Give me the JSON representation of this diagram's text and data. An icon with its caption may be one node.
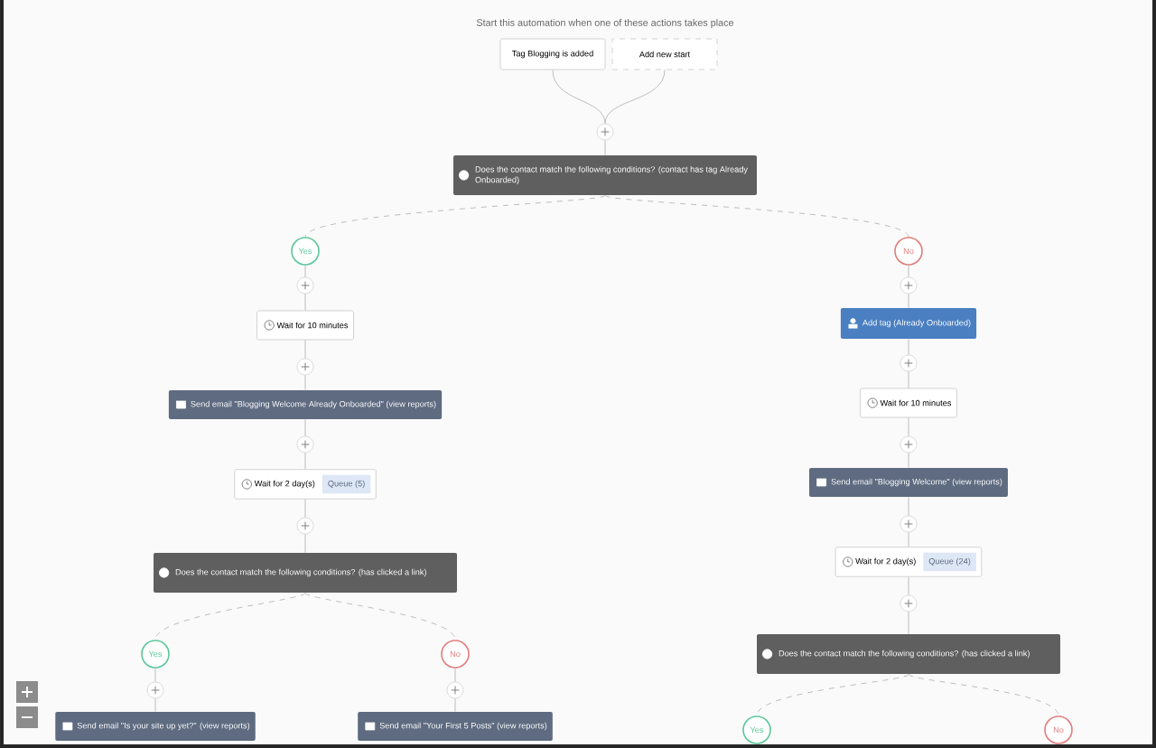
{
  "diagram": {
    "title": "Start this automation when one of these actions takes place",
    "nodes": [
      {
        "text": [
          "Tag Blogging is added"
        ]
      },
      {
        "text": [
          "Add new start"
        ]
      },
      {
        "text": [],
        "shape": "circle"
      },
      {
        "text": [
          "Does the contact match the following conditions? (contact has tag Already Onboarded)"
        ]
      },
      {
        "text": [
          "Yes"
        ]
      },
      {
        "text": [
          "No"
        ]
      },
      {
        "text": [],
        "shape": "circle"
      },
      {
        "text": [
          "Wait for 10 minutes"
        ]
      },
      {
        "text": [],
        "shape": "circle"
      },
      {
        "text": [
          "Send email \"Blogging Welcome Already Onboarded\" (view reports)"
        ]
      },
      {
        "text": [],
        "shape": "circle"
      },
      {
        "text": [
          "Wait for 2 day(s)",
          "Queue (5)"
        ]
      },
      {
        "text": [],
        "shape": "circle"
      },
      {
        "text": [
          "Does the contact match the following conditions? (has clicked a link)"
        ]
      },
      {
        "text": [
          "Yes"
        ]
      },
      {
        "text": [
          "No"
        ]
      },
      {
        "text": [],
        "shape": "circle"
      },
      {
        "text": [],
        "shape": "circle"
      },
      {
        "text": [
          "Send email \"Is your site up yet?\" (view reports)"
        ]
      },
      {
        "text": [
          "Send email \"Your First 5 Posts\" (view reports)"
        ]
      },
      {
        "text": [],
        "shape": "circle"
      },
      {
        "text": [
          "Add tag (Already Onboarded)"
        ]
      },
      {
        "text": [],
        "shape": "circle"
      },
      {
        "text": [
          "Wait for 10 minutes"
        ]
      },
      {
        "text": [],
        "shape": "circle"
      },
      {
        "text": [
          "Send email \"Blogging Welcome\" (view reports)"
        ]
      },
      {
        "text": [],
        "shape": "circle"
      },
      {
        "text": [
          "Wait for 2 day(s)",
          "Queue (24)"
        ]
      },
      {
        "text": [],
        "shape": "circle"
      },
      {
        "text": [
          "Does the contact match the following conditions? (has clicked a link)"
        ]
      },
      {
        "text": [
          "Yes"
        ]
      },
      {
        "text": [
          "No"
        ]
      }
    ],
    "edges": [
      {
        "from": 0,
        "to": 2,
        "arrow": "none"
      },
      {
        "from": 1,
        "to": 2,
        "arrow": "none"
      },
      {
        "from": 2,
        "to": 3,
        "arrow": "none"
      },
      {
        "from": 3,
        "to": 4,
        "arrow": "none",
        "style": "dashed"
      },
      {
        "from": 3,
        "to": 5,
        "arrow": "none",
        "style": "dashed"
      },
      {
        "from": 4,
        "to": 6,
        "arrow": "none"
      },
      {
        "from": 6,
        "to": 7,
        "arrow": "none"
      },
      {
        "from": 7,
        "to": 8,
        "arrow": "none"
      },
      {
        "from": 8,
        "to": 9,
        "arrow": "none"
      },
      {
        "from": 9,
        "to": 10,
        "arrow": "none"
      },
      {
        "from": 10,
        "to": 11,
        "arrow": "none"
      },
      {
        "from": 11,
        "to": 12,
        "arrow": "none"
      },
      {
        "from": 12,
        "to": 13,
        "arrow": "none"
      },
      {
        "from": 13,
        "to": 14,
        "arrow": "none",
        "style": "dashed"
      },
      {
        "from": 13,
        "to": 15,
        "arrow": "none",
        "style": "dashed"
      },
      {
        "from": 14,
        "to": 16,
        "arrow": "none"
      },
      {
        "from": 15,
        "to": 17,
        "arrow": "none"
      },
      {
        "from": 16,
        "to": 18,
        "arrow": "none"
      },
      {
        "from": 17,
        "to": 19,
        "arrow": "none"
      },
      {
        "from": 5,
        "to": 20,
        "arrow": "none"
      },
      {
        "from": 20,
        "to": 21,
        "arrow": "none"
      },
      {
        "from": 21,
        "to": 22,
        "arrow": "none"
      },
      {
        "from": 22,
        "to": 23,
        "arrow": "none"
      },
      {
        "from": 23,
        "to": 24,
        "arrow": "none"
      },
      {
        "from": 24,
        "to": 25,
        "arrow": "none"
      },
      {
        "from": 25,
        "to": 26,
        "arrow": "none"
      },
      {
        "from": 26,
        "to": 27,
        "arrow": "none"
      },
      {
        "from": 27,
        "to": 28,
        "arrow": "none"
      },
      {
        "from": 28,
        "to": 29,
        "arrow": "none"
      },
      {
        "from": 29,
        "to": 30,
        "arrow": "none",
        "style": "dashed"
      },
      {
        "from": 29,
        "to": 31,
        "arrow": "none",
        "style": "dashed"
      }
    ]
  }
}
